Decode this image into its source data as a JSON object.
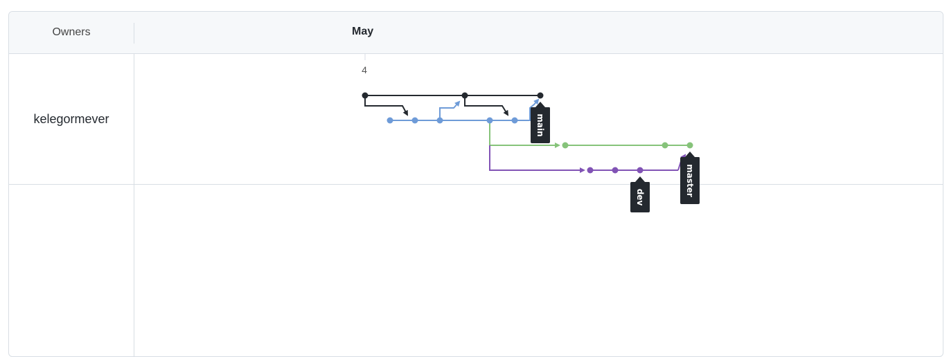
{
  "header": {
    "owners_label": "Owners",
    "month_label": "May"
  },
  "timeline": {
    "day_label": "4"
  },
  "owners": [
    {
      "name": "kelegormever"
    }
  ],
  "branches": [
    {
      "name": "main",
      "color": "#6e9bd8"
    },
    {
      "name": "master",
      "color": "#86c37a"
    },
    {
      "name": "dev",
      "color": "#8153b5"
    }
  ],
  "colors": {
    "upstream": "#24292f",
    "tag_bg": "#24292f",
    "tag_text": "#ffffff",
    "divider": "#d8dee4"
  }
}
